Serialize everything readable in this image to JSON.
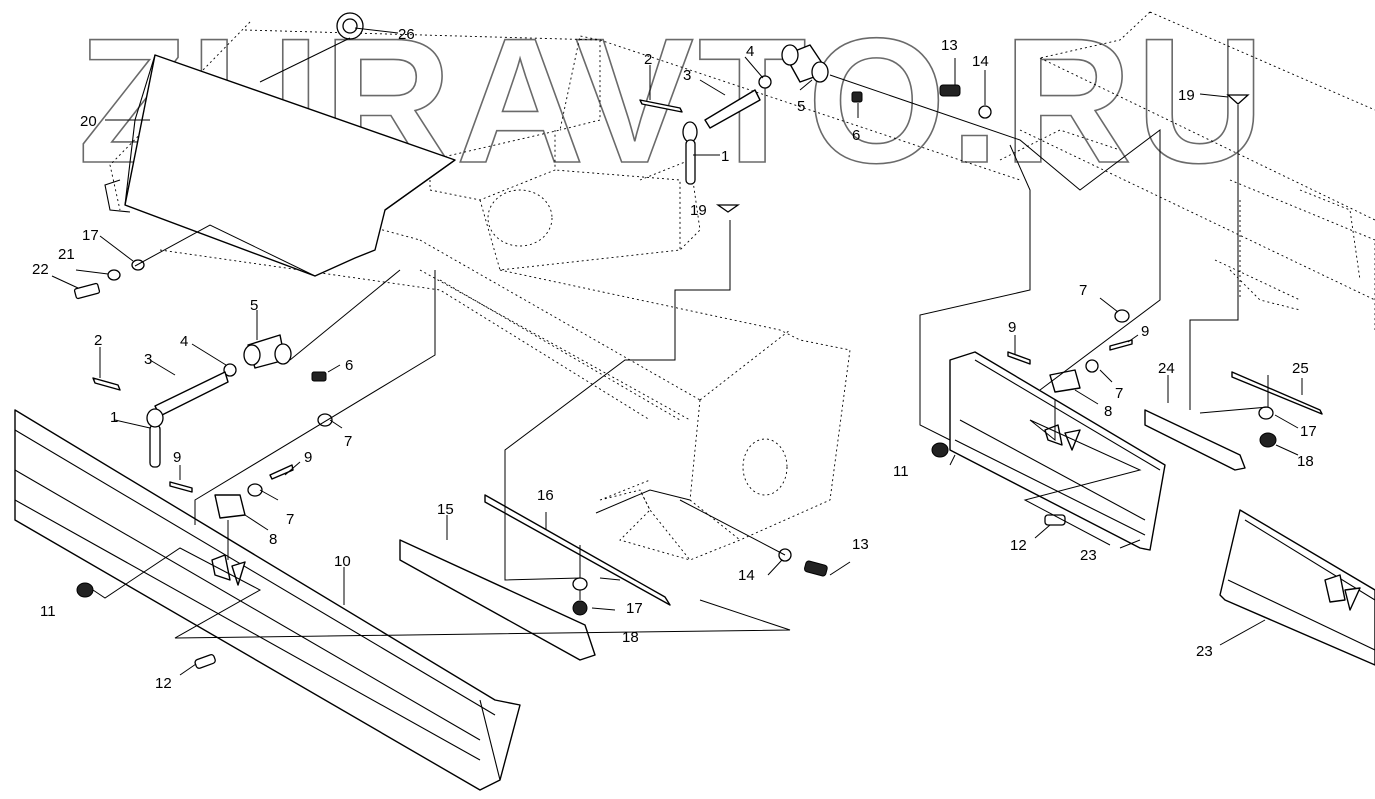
{
  "watermark": "ZURAVTO.RU",
  "colors": {
    "line": "#000000",
    "watermark_outline": "#6a6a6a",
    "background": "#ffffff"
  },
  "callouts": [
    {
      "id": "c26",
      "text": "26"
    },
    {
      "id": "c20",
      "text": "20"
    },
    {
      "id": "c17a",
      "text": "17"
    },
    {
      "id": "c21",
      "text": "21"
    },
    {
      "id": "c22",
      "text": "22"
    },
    {
      "id": "c2a",
      "text": "2"
    },
    {
      "id": "c3a",
      "text": "3"
    },
    {
      "id": "c4a",
      "text": "4"
    },
    {
      "id": "c1a",
      "text": "1"
    },
    {
      "id": "c5a",
      "text": "5"
    },
    {
      "id": "c6a",
      "text": "6"
    },
    {
      "id": "c19a",
      "text": "19"
    },
    {
      "id": "c13a",
      "text": "13"
    },
    {
      "id": "c14a",
      "text": "14"
    },
    {
      "id": "c19b",
      "text": "19"
    },
    {
      "id": "c5b",
      "text": "5"
    },
    {
      "id": "c4b",
      "text": "4"
    },
    {
      "id": "c3b",
      "text": "3"
    },
    {
      "id": "c2b",
      "text": "2"
    },
    {
      "id": "c1b",
      "text": "1"
    },
    {
      "id": "c6b",
      "text": "6"
    },
    {
      "id": "c7a",
      "text": "7"
    },
    {
      "id": "c9a",
      "text": "9"
    },
    {
      "id": "c9b",
      "text": "9"
    },
    {
      "id": "c7b",
      "text": "7"
    },
    {
      "id": "c8a",
      "text": "8"
    },
    {
      "id": "c10",
      "text": "10"
    },
    {
      "id": "c11a",
      "text": "11"
    },
    {
      "id": "c12a",
      "text": "12"
    },
    {
      "id": "c15",
      "text": "15"
    },
    {
      "id": "c16",
      "text": "16"
    },
    {
      "id": "c17b",
      "text": "17"
    },
    {
      "id": "c18a",
      "text": "18"
    },
    {
      "id": "c14b",
      "text": "14"
    },
    {
      "id": "c13b",
      "text": "13"
    },
    {
      "id": "c7c",
      "text": "7"
    },
    {
      "id": "c9c",
      "text": "9"
    },
    {
      "id": "c9d",
      "text": "9"
    },
    {
      "id": "c7d",
      "text": "7"
    },
    {
      "id": "c8b",
      "text": "8"
    },
    {
      "id": "c11b",
      "text": "11"
    },
    {
      "id": "c12b",
      "text": "12"
    },
    {
      "id": "c23a",
      "text": "23"
    },
    {
      "id": "c24",
      "text": "24"
    },
    {
      "id": "c25",
      "text": "25"
    },
    {
      "id": "c17c",
      "text": "17"
    },
    {
      "id": "c18b",
      "text": "18"
    },
    {
      "id": "c23b",
      "text": "23"
    }
  ]
}
